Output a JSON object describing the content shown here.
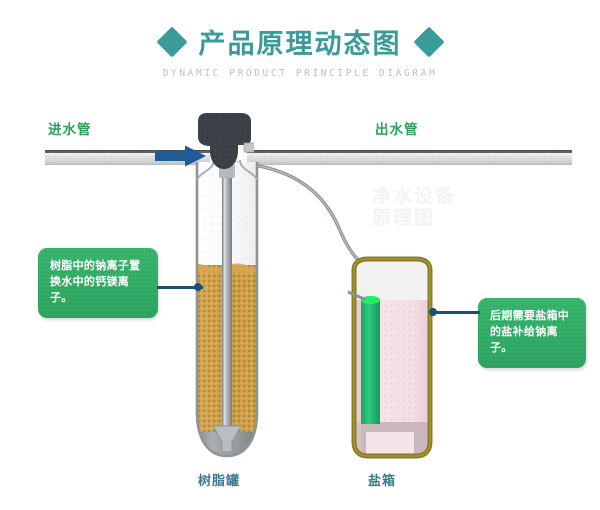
{
  "title": {
    "main": "产品原理动态图",
    "sub": "DYNAMIC PRODUCT PRINCIPLE DIAGRAM",
    "diamond_color": "#3b9a9a",
    "main_color": "#3b9a9a",
    "sub_color": "#b9c3c4",
    "left_diamond_icon": "diamond-icon",
    "right_diamond_icon": "diamond-icon"
  },
  "watermark": {
    "text": "净水设备\n原理图"
  },
  "pipes": {
    "inlet_label": "进水管",
    "outlet_label": "出水管",
    "label_color": "#2aa05a",
    "flow_arrow_icon": "arrow-right-icon",
    "flow_arrow_color": "#1d5c96",
    "pipe_color": "#dcdedf"
  },
  "valve": {
    "name": "control-valve-head",
    "color": "#3a4046"
  },
  "resin_tank": {
    "caption": "树脂罐",
    "resin_color": "#c79743",
    "shell_color": "#f4f6f6",
    "riser_color": "#9aa0a4",
    "base_color": "#8f9497"
  },
  "salt_box": {
    "caption": "盐箱",
    "outline_color": "#8a7c22",
    "salt_color": "#f3dfe3",
    "brine_tube_color": "#22b573",
    "base_color": "#cbb8bd"
  },
  "callouts": {
    "left": {
      "text": "树脂中的钠离子置换水中的钙镁离子。",
      "bg_color": "#2faa62"
    },
    "right": {
      "text": "后期需要盐箱中的盐补给钠离子。",
      "bg_color": "#2faa62"
    },
    "lead_color": "#1d4e6e"
  },
  "captions": {
    "color": "#3b7a8c"
  }
}
